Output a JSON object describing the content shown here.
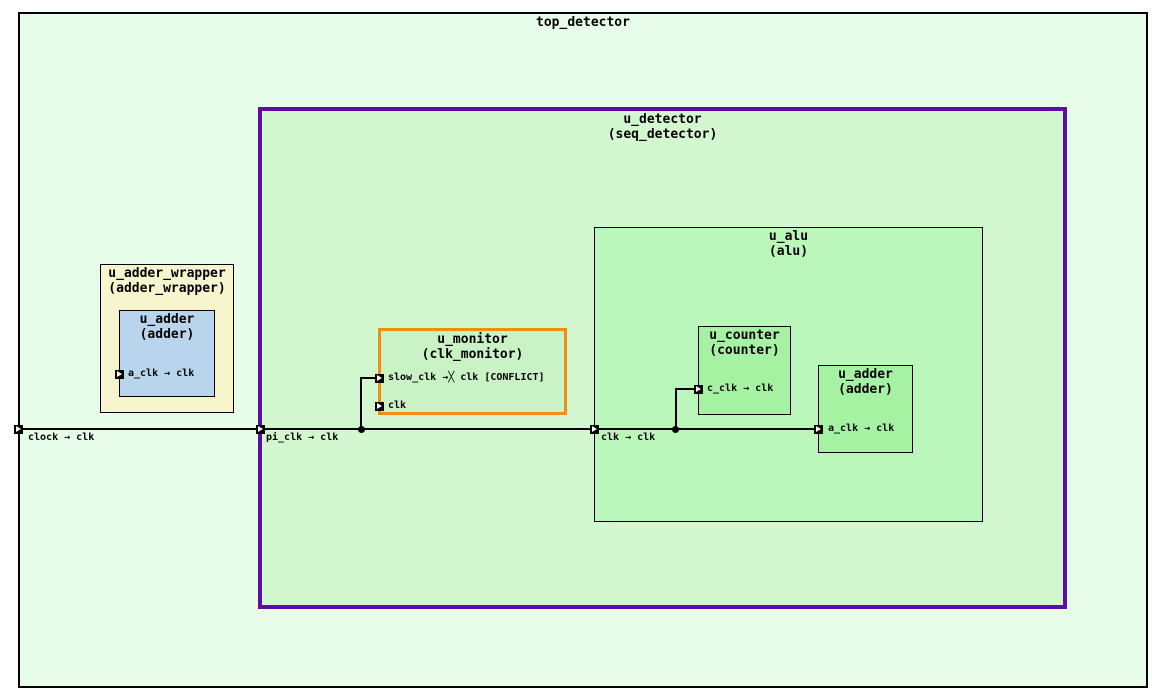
{
  "colors": {
    "top_bg": "#e7fce9",
    "detector_bg": "#d3f8cf",
    "detector_border": "#5c0cab",
    "monitor_bg": "#c9f3c5",
    "monitor_conflict_border": "#f28d0e",
    "alu_bg": "#bbf6bb",
    "leaf_bg": "#a5f2a3",
    "wrapper_bg": "#f6f5cd",
    "wrapper_adder_bg": "#b9d5ee",
    "wire": "#000000"
  },
  "top": {
    "title": "top_detector"
  },
  "wrapper": {
    "instance": "u_adder_wrapper",
    "module": "(adder_wrapper)"
  },
  "wrapper_adder": {
    "instance": "u_adder",
    "module": "(adder)",
    "port_a_clk": "a_clk → clk"
  },
  "detector": {
    "instance": "u_detector",
    "module": "(seq_detector)"
  },
  "monitor": {
    "instance": "u_monitor",
    "module": "(clk_monitor)",
    "port_slow_clk": "slow_clk →╳ clk [CONFLICT]",
    "port_clk": "clk"
  },
  "alu": {
    "instance": "u_alu",
    "module": "(alu)",
    "port_clk": "clk → clk"
  },
  "counter": {
    "instance": "u_counter",
    "module": "(counter)",
    "port_c_clk": "c_clk → clk"
  },
  "alu_adder": {
    "instance": "u_adder",
    "module": "(adder)",
    "port_a_clk": "a_clk → clk"
  },
  "wires": {
    "clock_label": "clock → clk",
    "pi_clk_label": "pi_clk → clk"
  }
}
